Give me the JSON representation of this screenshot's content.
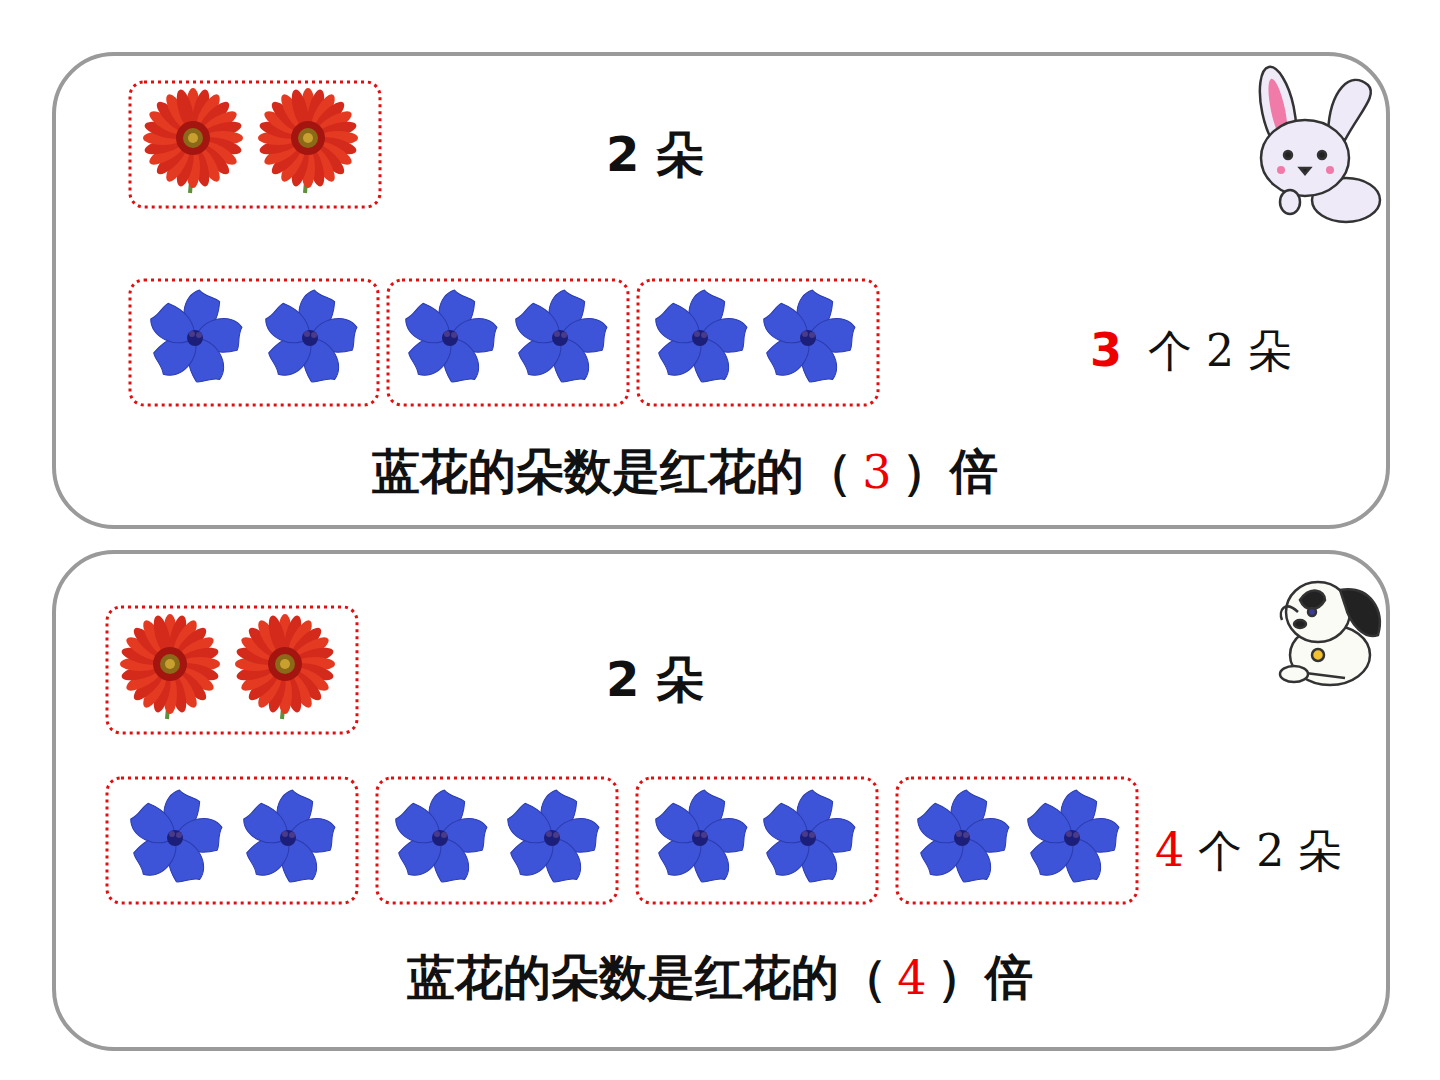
{
  "diagram": {
    "nodes": [
      {
        "text": [
          "2 朵",
          "3",
          "个 2 朵",
          "蓝花的朵数是红花的（",
          "3",
          "）倍"
        ]
      },
      {
        "text": [
          "2 朵",
          "4",
          "个 2 朵",
          "蓝花的朵数是红花的（",
          "4",
          "）倍"
        ]
      }
    ]
  }
}
